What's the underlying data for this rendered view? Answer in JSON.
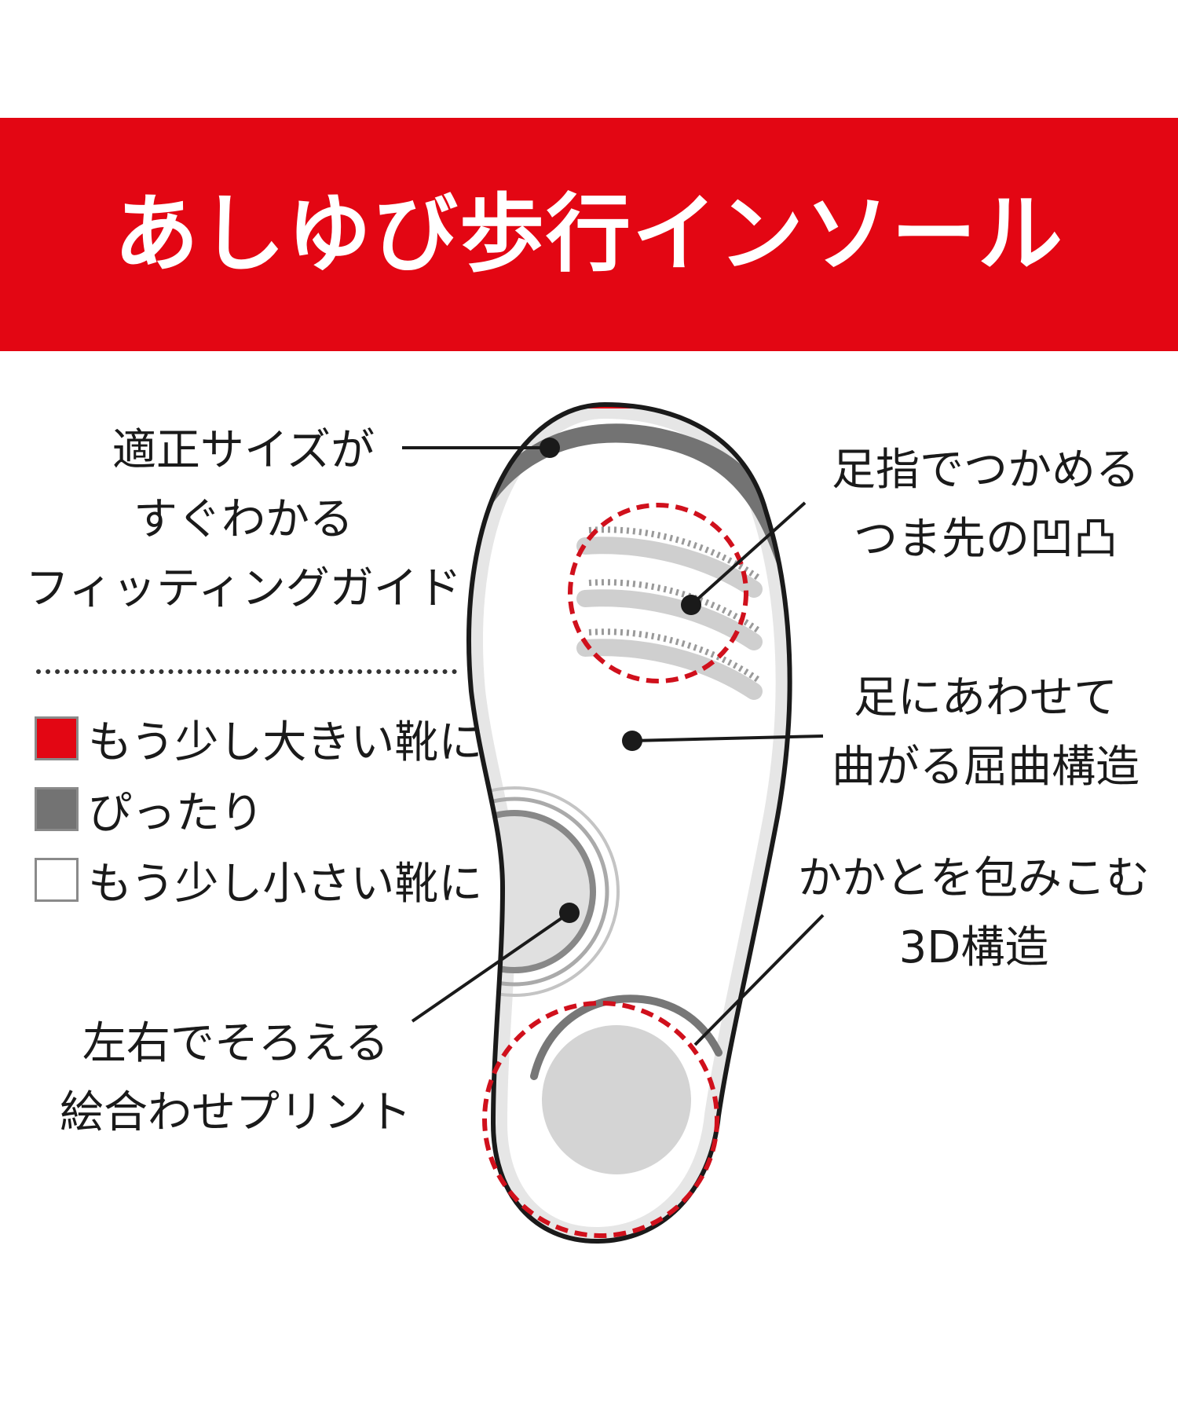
{
  "title": "あしゆび歩行インソール",
  "colors": {
    "brand_red": "#e30613",
    "fit_gray": "#737373",
    "light_gray": "#d9d9d9"
  },
  "callouts": {
    "fitting_guide": [
      "適正サイズが",
      "すぐわかる",
      "フィッティングガイド"
    ],
    "toe_grip": [
      "足指でつかめる",
      "つま先の凹凸"
    ],
    "flex": [
      "足にあわせて",
      "曲がる屈曲構造"
    ],
    "heel": [
      "かかとを包みこむ",
      "3D構造"
    ],
    "print": [
      "左右でそろえる",
      "絵合わせプリント"
    ]
  },
  "legend": [
    {
      "label": "もう少し大きい靴に",
      "color": "#e30613"
    },
    {
      "label": "ぴったり",
      "color": "#737373"
    },
    {
      "label": "もう少し小さい靴に",
      "color": "#ffffff"
    }
  ]
}
